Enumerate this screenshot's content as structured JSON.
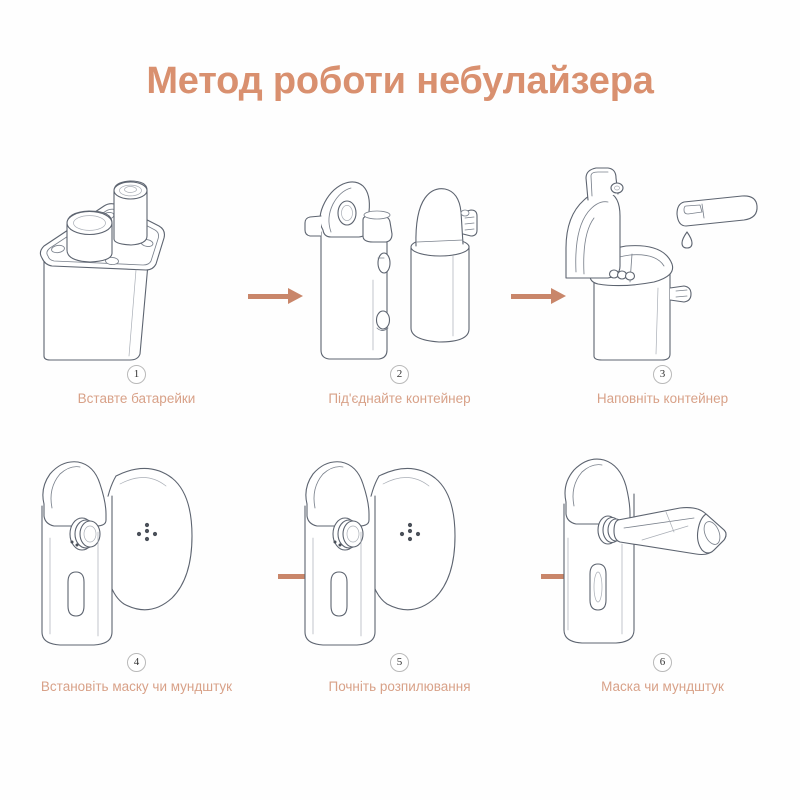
{
  "page": {
    "title": "Метод роботи небулайзера",
    "title_color": "#d9906f",
    "caption_color": "#d8a188",
    "arrow_color": "#c9866a",
    "background_color": "#fefefe",
    "line_color": "#5d6470"
  },
  "steps": [
    {
      "number": "1",
      "caption": "Вставте батарейки",
      "illustration": "nebulizer-body-battery-compartment-open"
    },
    {
      "number": "2",
      "caption": "Під'єднайте контейнер",
      "illustration": "nebulizer-body-and-detached-container"
    },
    {
      "number": "3",
      "caption": "Наповніть контейнер",
      "illustration": "open-container-with-medicine-ampoule"
    },
    {
      "number": "4",
      "caption": "Встановіть маску чи мундштук",
      "illustration": "nebulizer-with-mask-attached"
    },
    {
      "number": "5",
      "caption": "Почніть розпилювання",
      "illustration": "nebulizer-with-mask-spraying"
    },
    {
      "number": "6",
      "caption": "Маска чи мундштук",
      "illustration": "nebulizer-with-mouthpiece"
    }
  ],
  "arrows": [
    {
      "name": "arrow-step1-to-step2",
      "glyph": "→"
    },
    {
      "name": "arrow-step2-to-step3",
      "glyph": "→"
    },
    {
      "name": "arrow-step4-to-step5",
      "glyph": "→"
    },
    {
      "name": "arrow-step5-to-step6",
      "glyph": "→"
    }
  ]
}
